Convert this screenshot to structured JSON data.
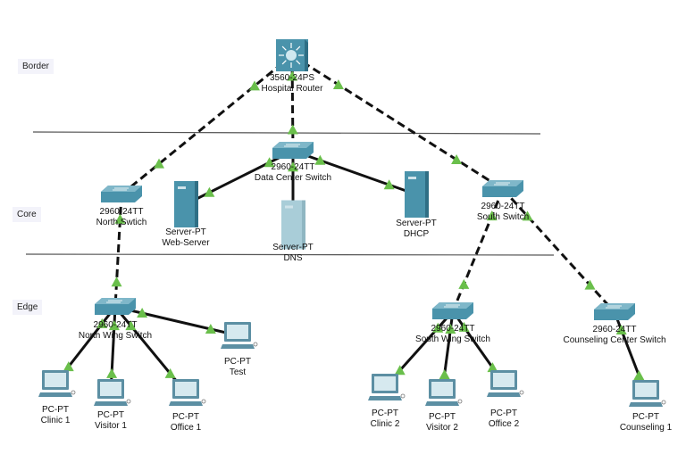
{
  "zones": [
    {
      "id": "border",
      "label": "Border"
    },
    {
      "id": "core",
      "label": "Core"
    },
    {
      "id": "edge",
      "label": "Edge"
    }
  ],
  "colors": {
    "device": "#4a93ab",
    "device_light": "#a9cdd8",
    "link_up": "#6abf4b",
    "cable": "#111111",
    "divider": "#555555"
  },
  "nodes": [
    {
      "id": "router",
      "type": "multilayer-switch",
      "model": "3560-24PS",
      "name": "Hospital Router"
    },
    {
      "id": "dc",
      "type": "switch",
      "model": "2960-24TT",
      "name": "Data Center Switch"
    },
    {
      "id": "north",
      "type": "switch",
      "model": "2960-24TT",
      "name": "North Swtich"
    },
    {
      "id": "web",
      "type": "server",
      "model": "Server-PT",
      "name": "Web-Server"
    },
    {
      "id": "dns",
      "type": "server-light",
      "model": "Server-PT",
      "name": "DNS"
    },
    {
      "id": "dhcp",
      "type": "server",
      "model": "Server-PT",
      "name": "DHCP"
    },
    {
      "id": "south",
      "type": "switch",
      "model": "2960-24TT",
      "name": "South Switch"
    },
    {
      "id": "nw",
      "type": "switch",
      "model": "2960-24TT",
      "name": "North Wing Switch"
    },
    {
      "id": "test",
      "type": "pc",
      "model": "PC-PT",
      "name": "Test"
    },
    {
      "id": "clinic1",
      "type": "pc",
      "model": "PC-PT",
      "name": "Clinic 1"
    },
    {
      "id": "visitor1",
      "type": "pc",
      "model": "PC-PT",
      "name": "Visitor 1"
    },
    {
      "id": "office1",
      "type": "pc",
      "model": "PC-PT",
      "name": "Office 1"
    },
    {
      "id": "sw",
      "type": "switch",
      "model": "2960-24TT",
      "name": "South Wing Switch"
    },
    {
      "id": "cc",
      "type": "switch",
      "model": "2960-24TT",
      "name": "Counseling Center Switch"
    },
    {
      "id": "clinic2",
      "type": "pc",
      "model": "PC-PT",
      "name": "Clinic 2"
    },
    {
      "id": "visitor2",
      "type": "pc",
      "model": "PC-PT",
      "name": "Visitor 2"
    },
    {
      "id": "office2",
      "type": "pc",
      "model": "PC-PT",
      "name": "Office 2"
    },
    {
      "id": "counseling1",
      "type": "pc",
      "model": "PC-PT",
      "name": "Counseling 1"
    }
  ],
  "links": [
    {
      "a": "router",
      "b": "north",
      "cable": "crossover",
      "status": "up"
    },
    {
      "a": "router",
      "b": "dc",
      "cable": "crossover",
      "status": "up"
    },
    {
      "a": "router",
      "b": "south",
      "cable": "crossover",
      "status": "up"
    },
    {
      "a": "dc",
      "b": "web",
      "cable": "straight",
      "status": "up"
    },
    {
      "a": "dc",
      "b": "dns",
      "cable": "straight",
      "status": "up"
    },
    {
      "a": "dc",
      "b": "dhcp",
      "cable": "straight",
      "status": "up"
    },
    {
      "a": "north",
      "b": "nw",
      "cable": "crossover",
      "status": "up"
    },
    {
      "a": "nw",
      "b": "clinic1",
      "cable": "straight",
      "status": "up"
    },
    {
      "a": "nw",
      "b": "visitor1",
      "cable": "straight",
      "status": "up"
    },
    {
      "a": "nw",
      "b": "office1",
      "cable": "straight",
      "status": "up"
    },
    {
      "a": "nw",
      "b": "test",
      "cable": "straight",
      "status": "up"
    },
    {
      "a": "south",
      "b": "sw",
      "cable": "crossover",
      "status": "up"
    },
    {
      "a": "south",
      "b": "cc",
      "cable": "crossover",
      "status": "up"
    },
    {
      "a": "sw",
      "b": "clinic2",
      "cable": "straight",
      "status": "up"
    },
    {
      "a": "sw",
      "b": "visitor2",
      "cable": "straight",
      "status": "up"
    },
    {
      "a": "sw",
      "b": "office2",
      "cable": "straight",
      "status": "up"
    },
    {
      "a": "cc",
      "b": "counseling1",
      "cable": "straight",
      "status": "up"
    }
  ]
}
